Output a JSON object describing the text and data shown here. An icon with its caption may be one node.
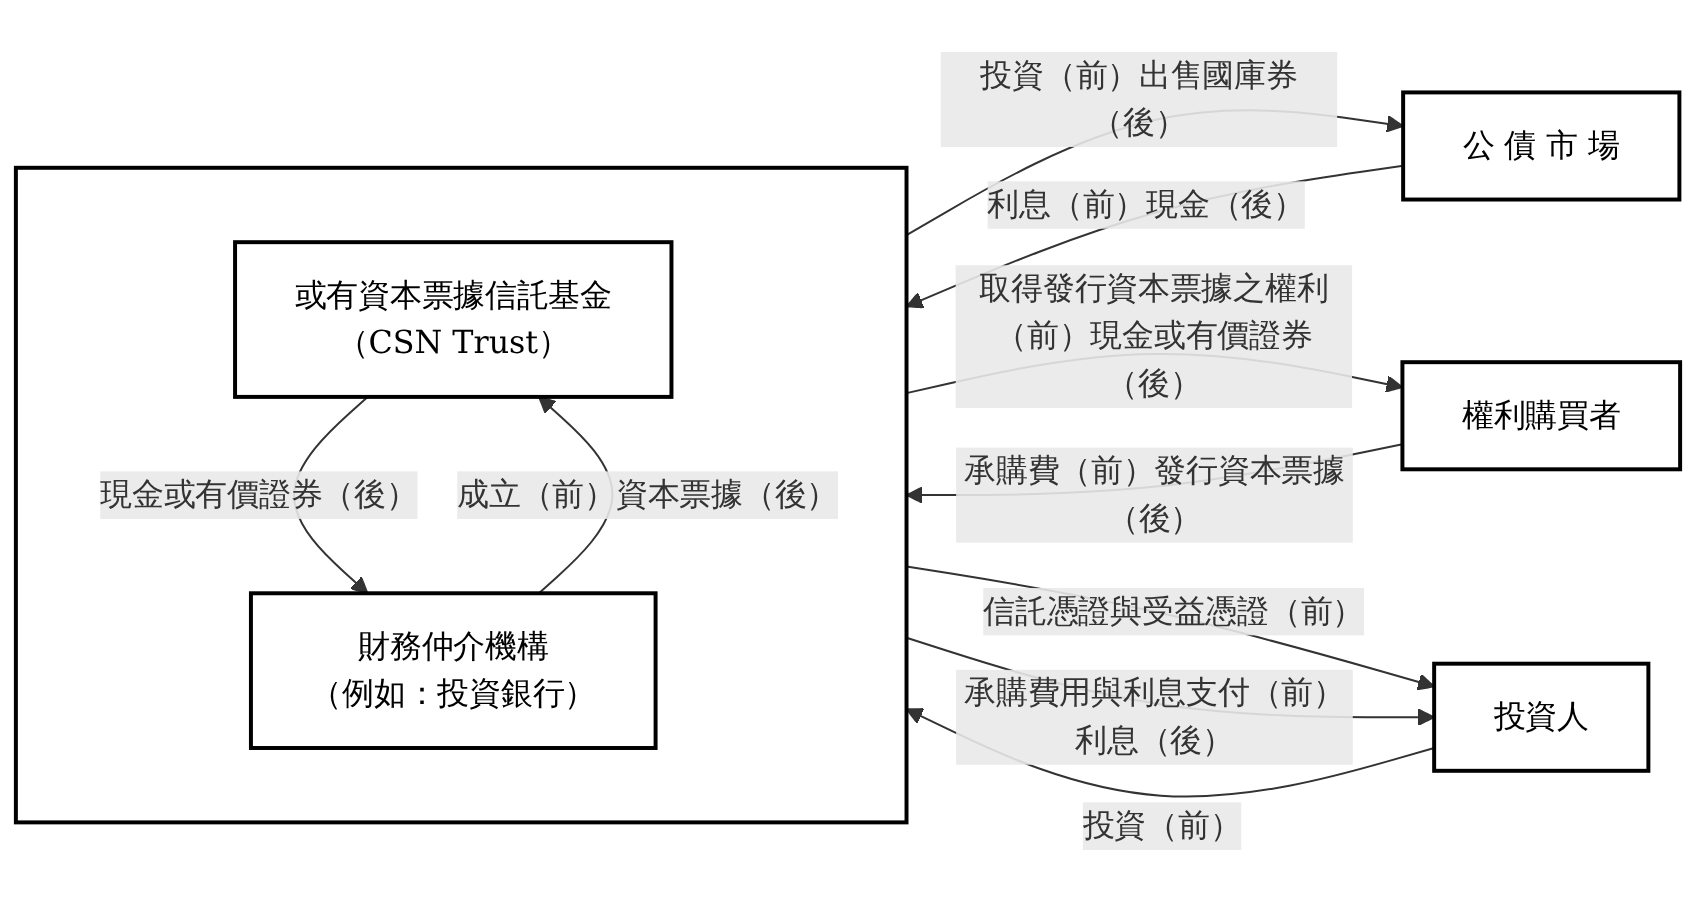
{
  "diagram": {
    "nodes": [
      {
        "text": [
          "公 債 市 場"
        ]
      },
      {
        "text": [],
        "shape": "box"
      },
      {
        "text": [
          "或有資本票據信託基金",
          "（CSN Trust）"
        ],
        "in": 1
      },
      {
        "text": [
          "財務仲介機構",
          "（例如：投資銀行）"
        ],
        "in": 1
      },
      {
        "text": [
          "權利購買者"
        ]
      },
      {
        "text": [
          "投資人"
        ]
      }
    ],
    "edges": [
      {
        "from": 1,
        "to": 0,
        "arrow": "to",
        "label": "投資（前）出售國庫券（後）"
      },
      {
        "from": 0,
        "to": 1,
        "arrow": "to",
        "label": "利息（前）現金（後）"
      },
      {
        "from": 4,
        "to": 1,
        "arrow": "to",
        "label": "承購費（前）發行資本票據（後）"
      },
      {
        "from": 1,
        "to": 4,
        "arrow": "to",
        "label": "取得發行資本票據之權利（前）現金或有價證券（後）"
      },
      {
        "from": 1,
        "to": 5,
        "arrow": "to",
        "label": "信託憑證與受益憑證（前）"
      },
      {
        "from": 5,
        "to": 1,
        "arrow": "to",
        "label": "投資（前）"
      },
      {
        "from": 1,
        "to": 5,
        "arrow": "to",
        "label": "承購費用與利息支付（前）利息（後）"
      },
      {
        "from": 3,
        "to": 2,
        "arrow": "to",
        "label": "成立（前）資本票據（後）"
      },
      {
        "from": 2,
        "to": 3,
        "arrow": "to",
        "label": "現金或有價證券（後）"
      }
    ]
  }
}
